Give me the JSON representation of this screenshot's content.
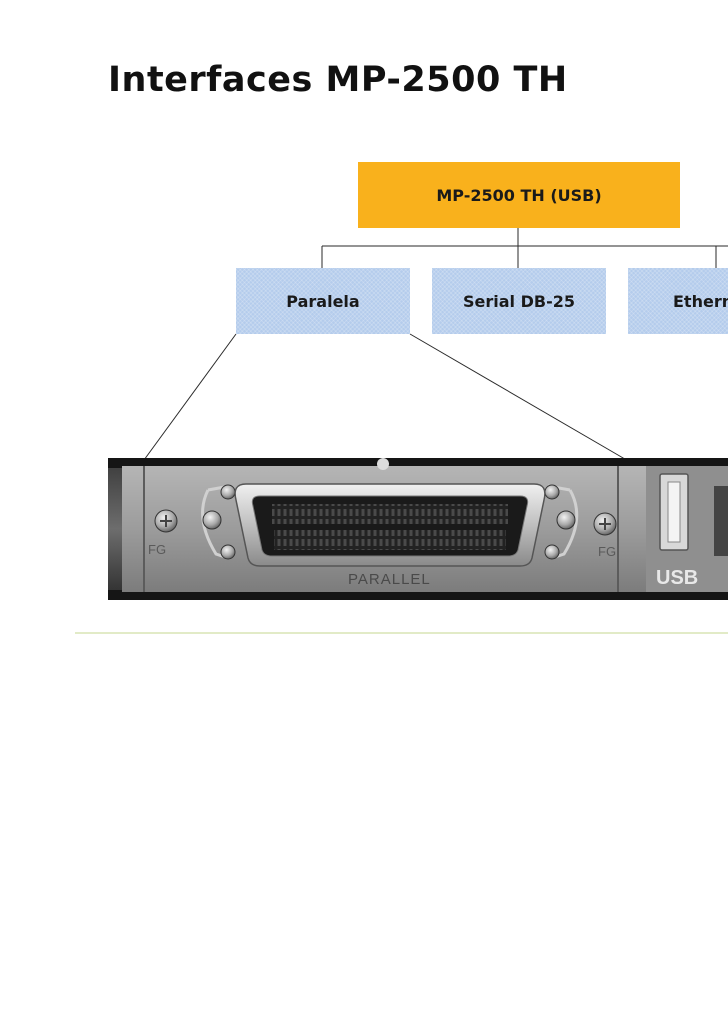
{
  "title": "Interfaces MP-2500 TH",
  "tree": {
    "root": "MP-2500 TH (USB)",
    "children": [
      "Paralela",
      "Serial DB-25",
      "Ethernet"
    ]
  },
  "photo": {
    "labels": {
      "parallel": "PARALLEL",
      "usb": "USB",
      "fg": "FG"
    }
  },
  "colors": {
    "root_fill": "#f9b11c",
    "child_fill": "#b4ccec",
    "separator": "#e2ebc7"
  }
}
